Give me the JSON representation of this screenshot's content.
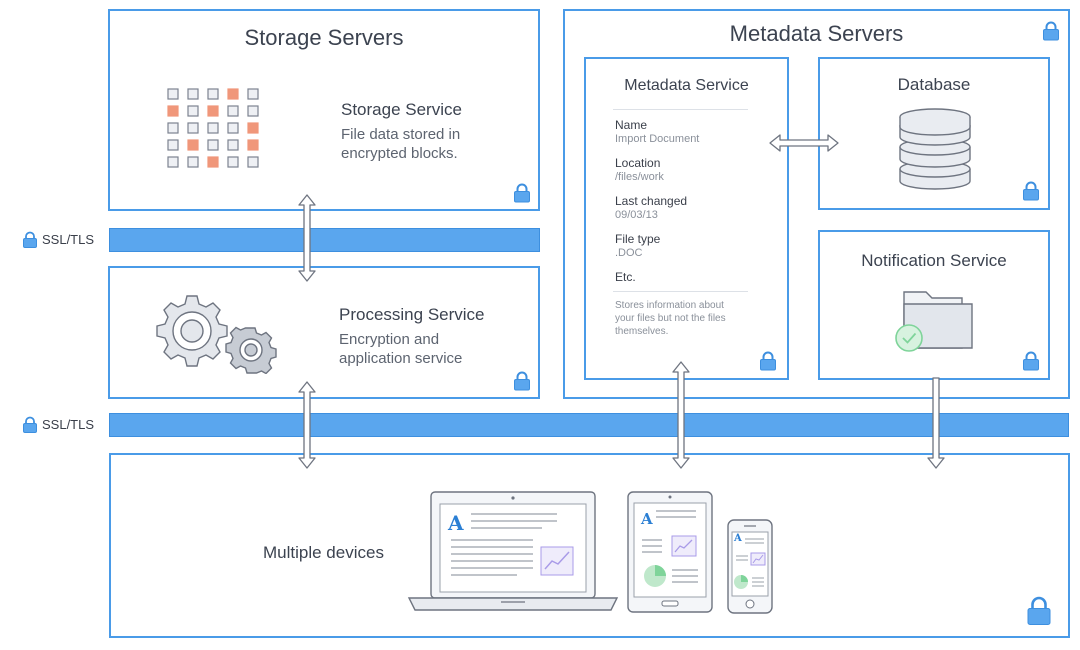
{
  "storage": {
    "title": "Storage Servers",
    "service_title": "Storage Service",
    "service_desc_1": "File data stored in",
    "service_desc_2": "encrypted blocks."
  },
  "processing": {
    "title": "Processing Service",
    "desc_1": "Encryption and",
    "desc_2": "application service"
  },
  "metadata": {
    "title": "Metadata Servers",
    "service": {
      "title": "Metadata Service",
      "fields": [
        {
          "label": "Name",
          "value": "Import Document"
        },
        {
          "label": "Location",
          "value": "/files/work"
        },
        {
          "label": "Last changed",
          "value": "09/03/13"
        },
        {
          "label": "File type",
          "value": ".DOC"
        },
        {
          "label": "Etc.",
          "value": ""
        }
      ],
      "note_1": "Stores information about",
      "note_2": "your files but not the files",
      "note_3": "themselves."
    },
    "database_title": "Database",
    "notification_title": "Notification Service"
  },
  "ssl": {
    "label_top": "SSL/TLS",
    "label_bottom": "SSL/TLS"
  },
  "devices": {
    "title": "Multiple devices",
    "doc_glyph": "A"
  },
  "colors": {
    "border": "#4a9be8",
    "band": "#5aa6ee",
    "salmon": "#f0977a",
    "lock": "#3d8fdf",
    "check": "#7fd49a",
    "chart": "#a99be8"
  }
}
